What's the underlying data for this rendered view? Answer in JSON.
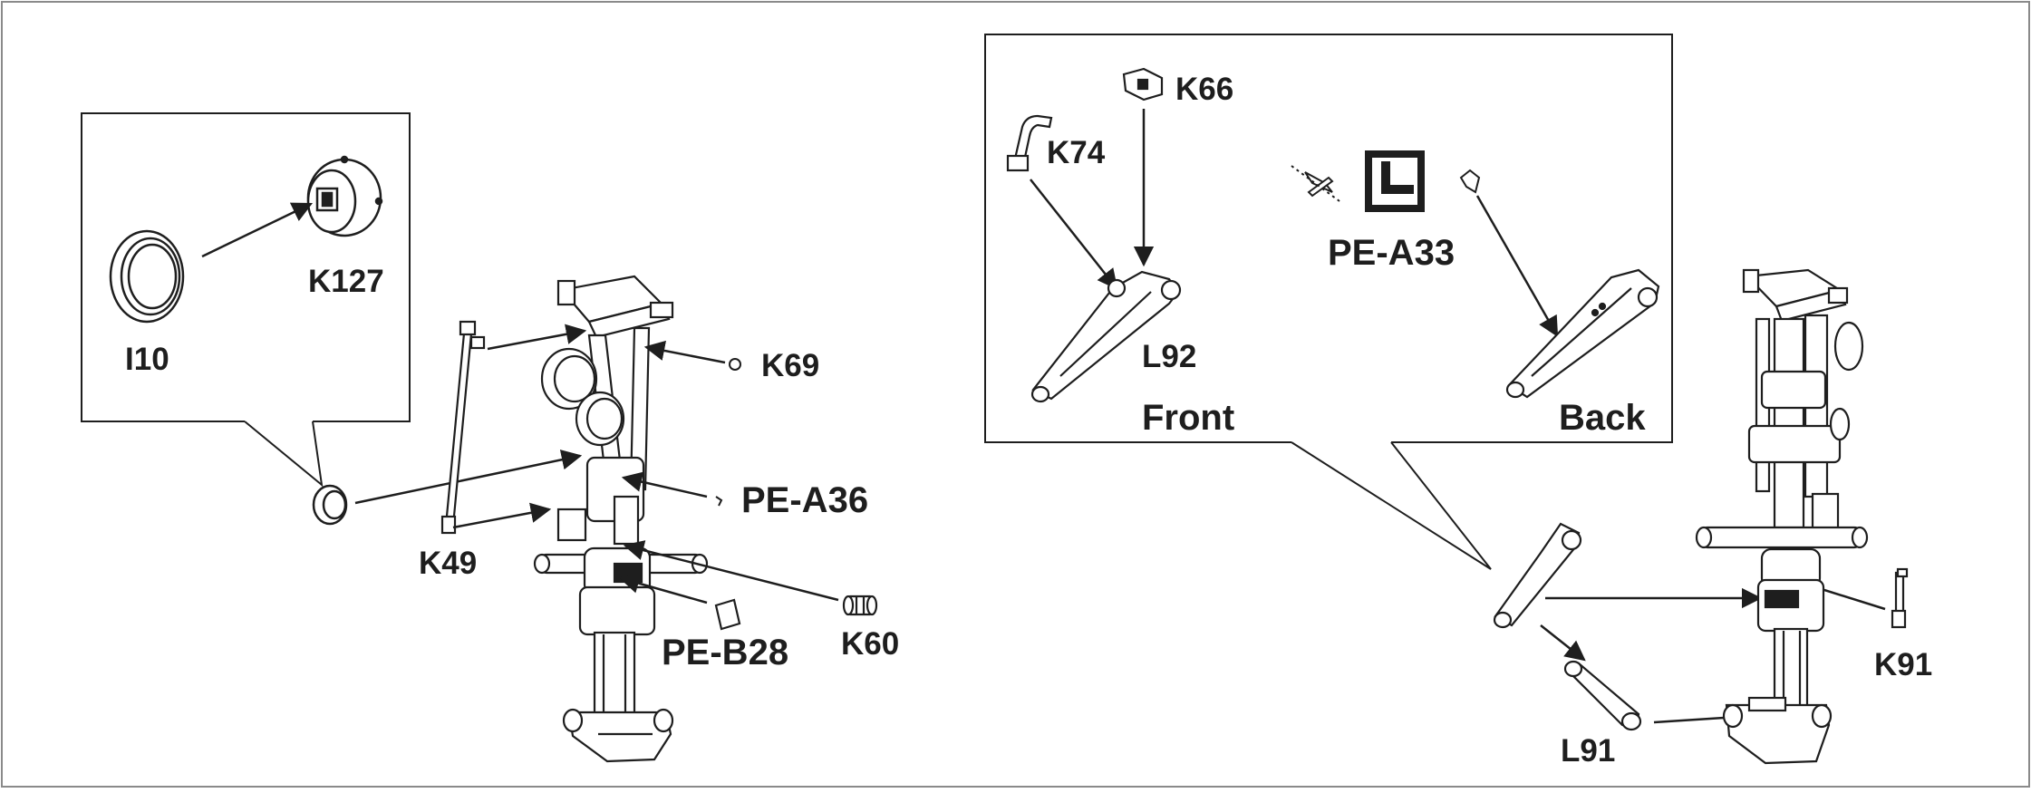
{
  "labels": {
    "i10": "I10",
    "k127": "K127",
    "k69": "K69",
    "pe_a36": "PE-A36",
    "k49": "K49",
    "pe_b28": "PE-B28",
    "k60": "K60",
    "k66": "K66",
    "k74": "K74",
    "pe_a33": "PE-A33",
    "l92": "L92",
    "front": "Front",
    "back": "Back",
    "k91": "K91",
    "l91": "L91"
  },
  "colors": {
    "line": "#1e1e1e",
    "part_fill": "#ffffff",
    "border": "#8a8a8a"
  }
}
